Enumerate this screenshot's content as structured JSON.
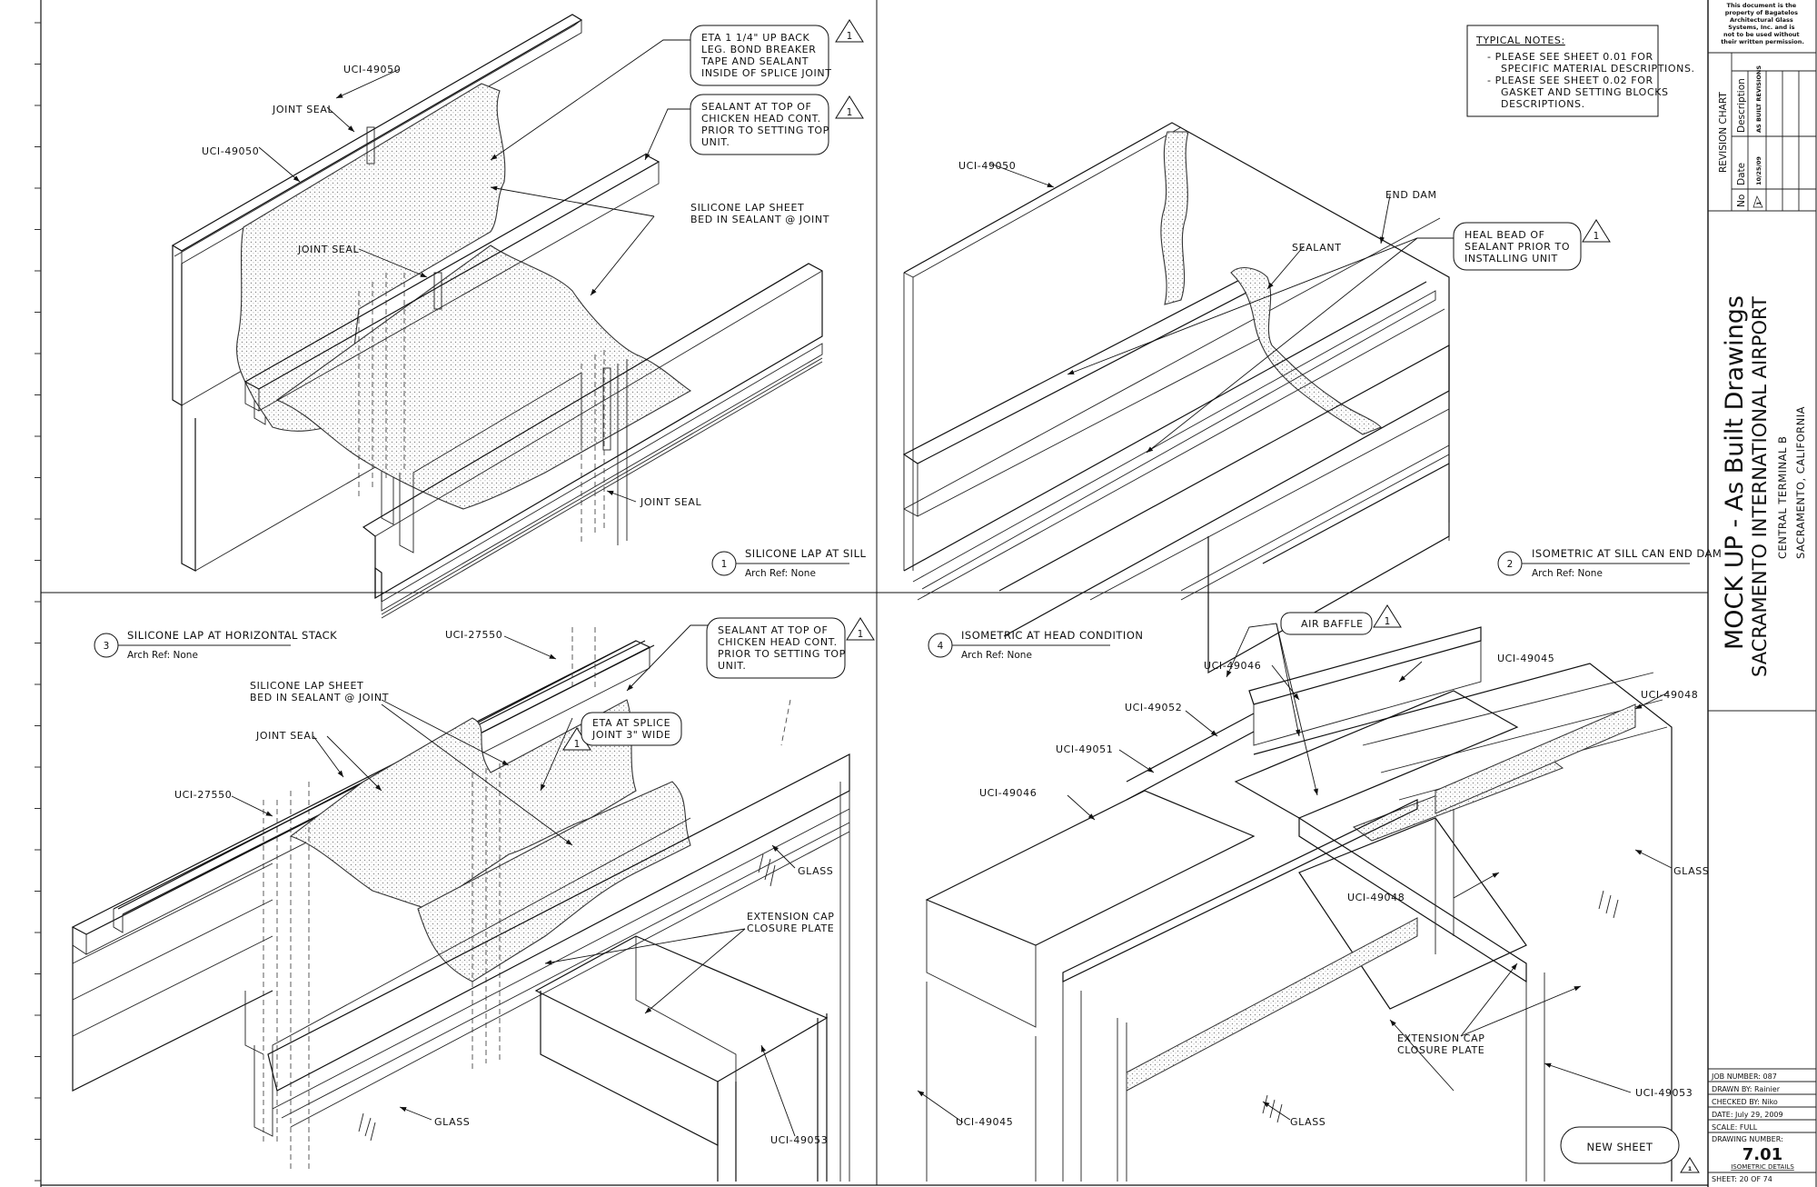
{
  "notice": [
    "This document is the",
    "property of Bagatelos",
    "Architectural Glass",
    "Systems, Inc. and is",
    "not to be used without",
    "their written permission."
  ],
  "revision_chart": {
    "title": "REVISION CHART",
    "headers": [
      "No",
      "Date",
      "Description"
    ],
    "rows": [
      {
        "no": "1",
        "date": "10/25/09",
        "description": "AS BUILT REVISIONS"
      }
    ]
  },
  "project": {
    "title": "MOCK UP - As Built Drawings",
    "subtitle": "SACRAMENTO INTERNATIONAL AIRPORT",
    "line3": "CENTRAL TERMINAL B",
    "line4": "SACRAMENTO, CALIFORNIA"
  },
  "typical_notes": {
    "title": "TYPICAL NOTES:",
    "lines": [
      "- PLEASE SEE SHEET 0.01 FOR",
      "SPECIFIC MATERIAL DESCRIPTIONS.",
      "- PLEASE SEE SHEET 0.02 FOR",
      "GASKET AND SETTING BLOCKS",
      "DESCRIPTIONS."
    ]
  },
  "details": [
    {
      "num": "1",
      "title": "SILICONE LAP AT SILL",
      "ref": "Arch Ref:  None"
    },
    {
      "num": "2",
      "title": "ISOMETRIC AT SILL CAN END DAM",
      "ref": "Arch Ref:  None"
    },
    {
      "num": "3",
      "title": "SILICONE LAP AT HORIZONTAL STACK",
      "ref": "Arch Ref:  None"
    },
    {
      "num": "4",
      "title": "ISOMETRIC AT HEAD CONDITION",
      "ref": "Arch Ref:  None"
    }
  ],
  "callouts": {
    "d1": {
      "eta": [
        "ETA 1 1/4\" UP BACK",
        "LEG. BOND BREAKER",
        "TAPE AND SEALANT",
        "INSIDE OF SPLICE JOINT"
      ],
      "sealant_top": [
        "SEALANT AT TOP OF",
        "CHICKEN HEAD CONT.",
        "PRIOR TO SETTING TOP",
        "UNIT."
      ],
      "lap_sheet": [
        "SILICONE LAP SHEET",
        "BED IN SEALANT @ JOINT"
      ],
      "uci_a": "UCI-49050",
      "uci_b": "UCI-49050",
      "joint_a": "JOINT SEAL",
      "joint_b": "JOINT SEAL",
      "joint_c": "JOINT SEAL",
      "rev": "1"
    },
    "d2": {
      "uci": "UCI-49050",
      "end_dam": "END DAM",
      "sealant": "SEALANT",
      "heal": [
        "HEAL BEAD OF",
        "SEALANT PRIOR TO",
        "INSTALLING UNIT"
      ],
      "rev": "1"
    },
    "d3": {
      "uci_top": "UCI-27550",
      "uci_left": "UCI-27550",
      "sealant_top": [
        "SEALANT AT TOP OF",
        "CHICKEN HEAD CONT.",
        "PRIOR TO SETTING TOP",
        "UNIT."
      ],
      "lap_sheet": [
        "SILICONE LAP SHEET",
        "BED IN SEALANT @ JOINT"
      ],
      "joint": "JOINT SEAL",
      "eta": [
        "ETA AT SPLICE",
        "JOINT 3\" WIDE"
      ],
      "glass_a": "GLASS",
      "glass_b": "GLASS",
      "ext_cap": [
        "EXTENSION CAP",
        "CLOSURE PLATE"
      ],
      "uci_bottom": "UCI-49053",
      "rev": "1"
    },
    "d4": {
      "air_baffle": "AIR BAFFLE",
      "uci_49046a": "UCI-49046",
      "uci_49045a": "UCI-49045",
      "uci_49048a": "UCI-49048",
      "uci_49052": "UCI-49052",
      "uci_49051": "UCI-49051",
      "uci_49046b": "UCI-49046",
      "uci_49048b": "UCI-49048",
      "glass_a": "GLASS",
      "glass_b": "GLASS",
      "ext_cap": [
        "EXTENSION CAP",
        "CLOSURE PLATE"
      ],
      "uci_49053": "UCI-49053",
      "uci_49045b": "UCI-49045",
      "rev": "1"
    }
  },
  "new_sheet": "NEW SHEET",
  "title_block": {
    "job": "JOB NUMBER:  087",
    "drawn": "DRAWN BY:   Rainier",
    "checked": "CHECKED BY:  Niko",
    "date": "DATE:    July 29, 2009",
    "scale": "SCALE:   FULL",
    "dwg_label": "DRAWING NUMBER:",
    "dwg_num": "7.01",
    "dwg_desc": "ISOMETRIC DETAILS",
    "sheet": "SHEET:   20    OF    74"
  }
}
